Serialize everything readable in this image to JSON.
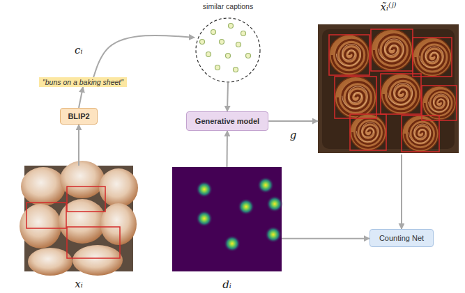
{
  "diagram": {
    "nodes": [
      {
        "text": [
          "similar captions"
        ]
      },
      {
        "text": [
          "x̃ᵢ⁽ʲ⁾"
        ]
      },
      {
        "text": [
          "\"buns on a baking sheet\""
        ]
      },
      {
        "text": [
          "Generative model"
        ]
      },
      {
        "text": [
          "BLIP2"
        ]
      },
      {
        "text": [
          "Counting Net"
        ]
      },
      {
        "text": [
          "xᵢ"
        ]
      },
      {
        "text": [
          "dᵢ"
        ]
      }
    ],
    "edges": [
      {
        "from": 6,
        "to": 4,
        "arrow": "to"
      },
      {
        "from": 4,
        "to": 2,
        "arrow": "to"
      },
      {
        "from": 2,
        "to": 0,
        "arrow": "to"
      },
      {
        "from": 0,
        "to": 3,
        "arrow": "to"
      },
      {
        "from": 7,
        "to": 3,
        "arrow": "to"
      },
      {
        "from": 3,
        "to": 1,
        "label": "g",
        "arrow": "to"
      },
      {
        "from": 1,
        "to": 5,
        "arrow": "to"
      },
      {
        "from": 7,
        "to": 5,
        "arrow": "to"
      }
    ],
    "labels": [
      "cᵢ"
    ]
  }
}
